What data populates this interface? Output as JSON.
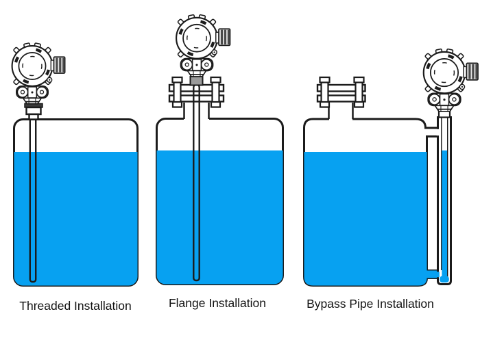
{
  "colors": {
    "liquid": "#07A1F1",
    "line": "#1b1b1b",
    "metal": "#9b9b9b"
  },
  "diagrams": [
    {
      "id": "threaded",
      "label": "Threaded Installation",
      "parts": [
        "level-transmitter",
        "threaded-fitting",
        "probe",
        "tank",
        "liquid"
      ]
    },
    {
      "id": "flange",
      "label": "Flange Installation",
      "parts": [
        "level-transmitter",
        "mounting-flange",
        "flange-bolts",
        "probe",
        "tank",
        "liquid"
      ]
    },
    {
      "id": "bypass",
      "label": "Bypass Pipe Installation",
      "parts": [
        "level-transmitter",
        "blind-flange",
        "bypass-pipe",
        "tank",
        "liquid"
      ]
    }
  ]
}
